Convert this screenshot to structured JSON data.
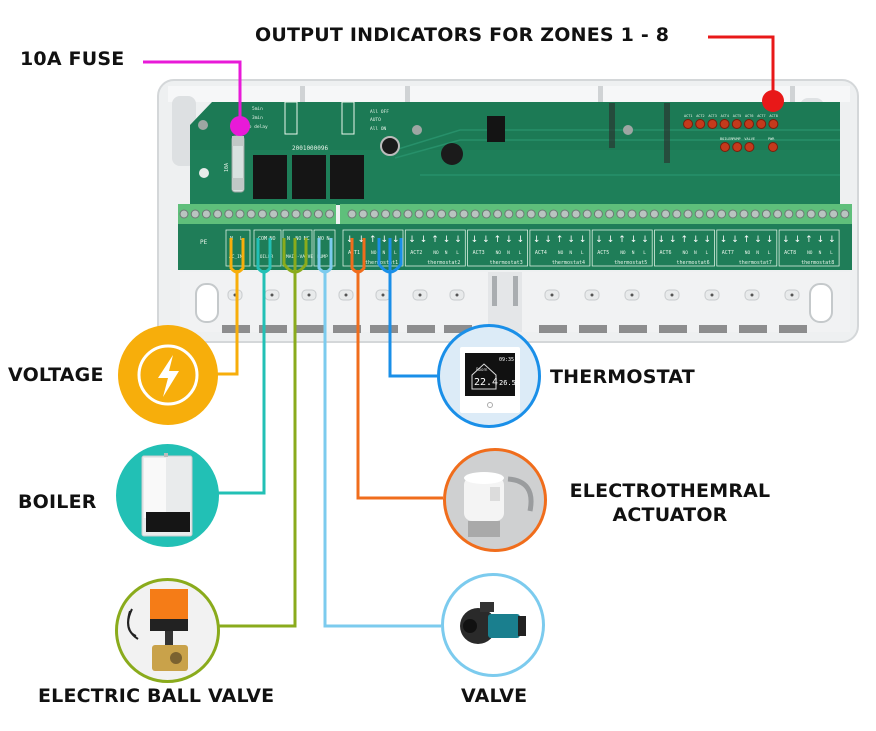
{
  "title": "Wiring hub connection diagram",
  "callouts": {
    "fuse": {
      "label": "10A FUSE",
      "color": "#e81ad8"
    },
    "indicators": {
      "label": "OUTPUT INDICATORS FOR ZONES 1 - 8",
      "color": "#e81818"
    }
  },
  "devices": [
    {
      "id": "voltage",
      "label": "VOLTAGE",
      "color": "#f7ae0b",
      "icon": "lightning-bolt-icon",
      "terminal": "AC_IN"
    },
    {
      "id": "boiler",
      "label": "BOILER",
      "color": "#22c0b5",
      "icon": "boiler-icon",
      "terminal": "BOILER"
    },
    {
      "id": "ball_valve",
      "label": "ELECTRIC BALL VALVE",
      "color": "#8aab1c",
      "icon": "ball-valve-icon",
      "terminal": "MAIN-VALVE"
    },
    {
      "id": "valve",
      "label": "VALVE",
      "color": "#7ccbee",
      "icon": "pump-icon",
      "terminal": "PUMP"
    },
    {
      "id": "actuator",
      "label_line1": "ELECTROTHEMRAL",
      "label_line2": "ACTUATOR",
      "color": "#f06d1c",
      "icon": "actuator-icon",
      "terminal": "ACT1"
    },
    {
      "id": "thermostat",
      "label": "THERMOSTAT",
      "color": "#1a8fe8",
      "icon": "thermostat-icon",
      "terminal": "thermostat1"
    }
  ],
  "board": {
    "serial": "2001000096",
    "switch_left": [
      "5min",
      "3min",
      "No delay"
    ],
    "switch_right": [
      "All OFF",
      "AUTO",
      "All ON"
    ],
    "fuse_mark": "10A",
    "pe_label": "PE",
    "power_groups": [
      {
        "name": "AC_IN",
        "pins": [
          "N",
          "L"
        ]
      },
      {
        "name": "BOILER",
        "pins": [
          "COM",
          "NO"
        ]
      },
      {
        "name": "MAIN-VALVE",
        "pins": [
          "N",
          "NO",
          "NC"
        ]
      },
      {
        "name": "PUMP",
        "pins": [
          "NO",
          "N"
        ]
      }
    ],
    "zones": [
      {
        "act": "ACT1",
        "thermostat": "thermostat1"
      },
      {
        "act": "ACT2",
        "thermostat": "thermostat2"
      },
      {
        "act": "ACT3",
        "thermostat": "thermostat3"
      },
      {
        "act": "ACT4",
        "thermostat": "thermostat4"
      },
      {
        "act": "ACT5",
        "thermostat": "thermostat5"
      },
      {
        "act": "ACT6",
        "thermostat": "thermostat6"
      },
      {
        "act": "ACT7",
        "thermostat": "thermostat7"
      },
      {
        "act": "ACT8",
        "thermostat": "thermostat8"
      }
    ],
    "zone_pin_labels": [
      "NO",
      "N",
      "L"
    ],
    "leds_top": [
      "ACT1",
      "ACT2",
      "ACT3",
      "ACT4",
      "ACT5",
      "ACT6",
      "ACT7",
      "ACT8"
    ],
    "leds_bottom": [
      "BOILER",
      "PUMP",
      "VALVE",
      "PWR"
    ],
    "thermostat_display": {
      "time": "09:35",
      "room": "22.4",
      "set": "26.5",
      "room_label": "Room"
    }
  }
}
